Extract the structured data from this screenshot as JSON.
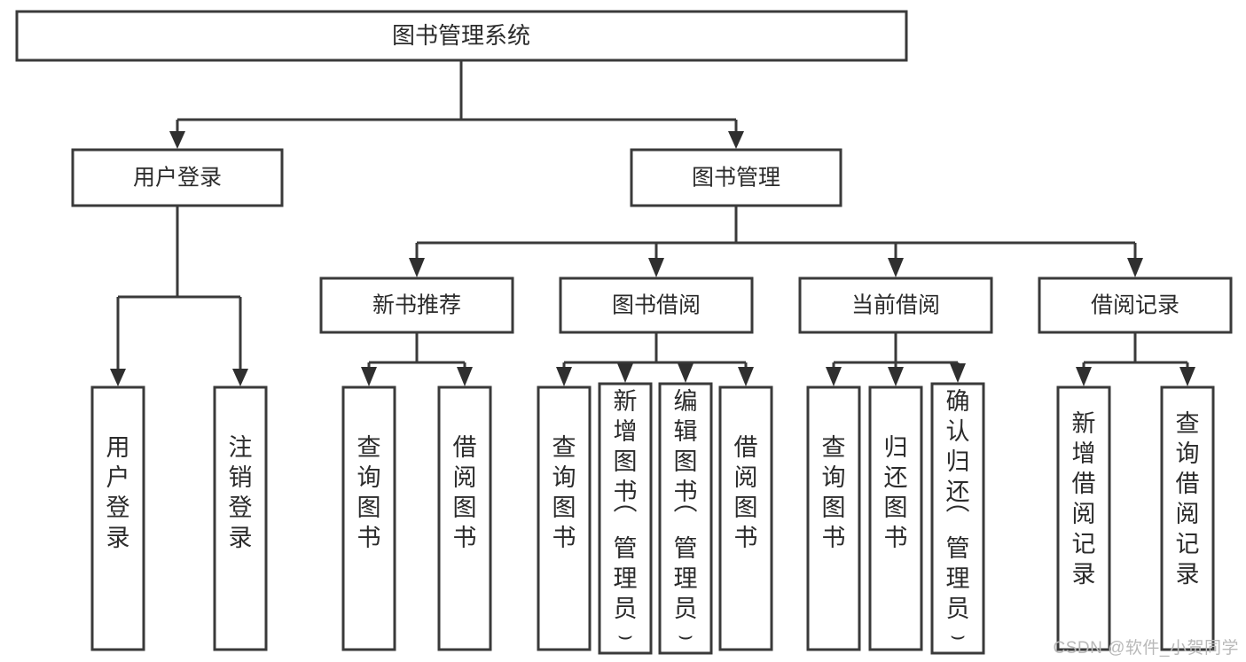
{
  "diagram": {
    "title": "图书管理系统",
    "type": "tree",
    "orientation": "top-down",
    "colors": {
      "box_fill": "#ffffff",
      "box_stroke": "#3a3a3a",
      "text": "#2b2b2b",
      "connector": "#3a3a3a",
      "watermark": "#b9b9b9",
      "background": "#ffffff"
    },
    "root": {
      "label": "图书管理系统"
    },
    "level2": [
      {
        "label": "用户登录"
      },
      {
        "label": "图书管理"
      }
    ],
    "level3": [
      {
        "label": "新书推荐"
      },
      {
        "label": "图书借阅"
      },
      {
        "label": "当前借阅"
      },
      {
        "label": "借阅记录"
      }
    ],
    "leaves": {
      "user_login": [
        {
          "label": "用户登录"
        },
        {
          "label": "注销登录"
        }
      ],
      "new_book_recommend": [
        {
          "label": "查询图书"
        },
        {
          "label": "借阅图书"
        }
      ],
      "book_borrow": [
        {
          "label": "查询图书"
        },
        {
          "label": "新增图书（管理员）"
        },
        {
          "label": "编辑图书（管理员）"
        },
        {
          "label": "借阅图书"
        }
      ],
      "current_borrow": [
        {
          "label": "查询图书"
        },
        {
          "label": "归还图书"
        },
        {
          "label": "确认归还（管理员）"
        }
      ],
      "borrow_records": [
        {
          "label": "新增借阅记录"
        },
        {
          "label": "查询借阅记录"
        }
      ]
    }
  },
  "watermark": {
    "text": "CSDN @软件_小贺同学"
  }
}
